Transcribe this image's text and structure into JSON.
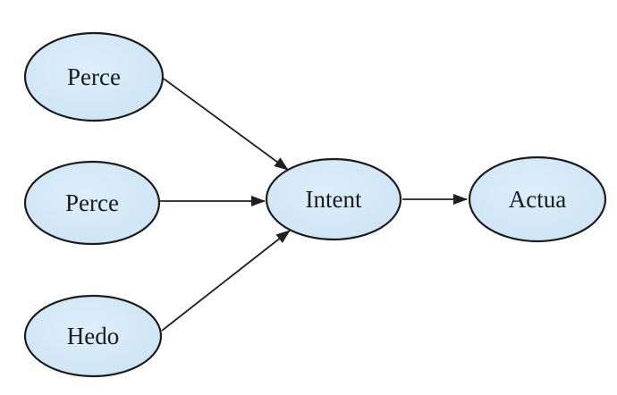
{
  "diagram": {
    "description": "Path model: three antecedent constructs point to a central construct, which points to an outcome construct",
    "nodes": [
      {
        "id": "perceived-1",
        "label": "Perce"
      },
      {
        "id": "perceived-2",
        "label": "Perce"
      },
      {
        "id": "hedonic",
        "label": "Hedo"
      },
      {
        "id": "intention",
        "label": "Intent"
      },
      {
        "id": "actual",
        "label": "Actua"
      }
    ],
    "edges": [
      {
        "from": "perceived-1",
        "to": "intention"
      },
      {
        "from": "perceived-2",
        "to": "intention"
      },
      {
        "from": "hedonic",
        "to": "intention"
      },
      {
        "from": "intention",
        "to": "actual"
      }
    ],
    "colors": {
      "node_fill": "#cfe6f6",
      "node_fill_light": "#ddeefa",
      "node_stroke": "#1c1c1c",
      "arrow": "#1f1f1f",
      "label": "#1b1b1b",
      "background": "#fefefe"
    }
  }
}
